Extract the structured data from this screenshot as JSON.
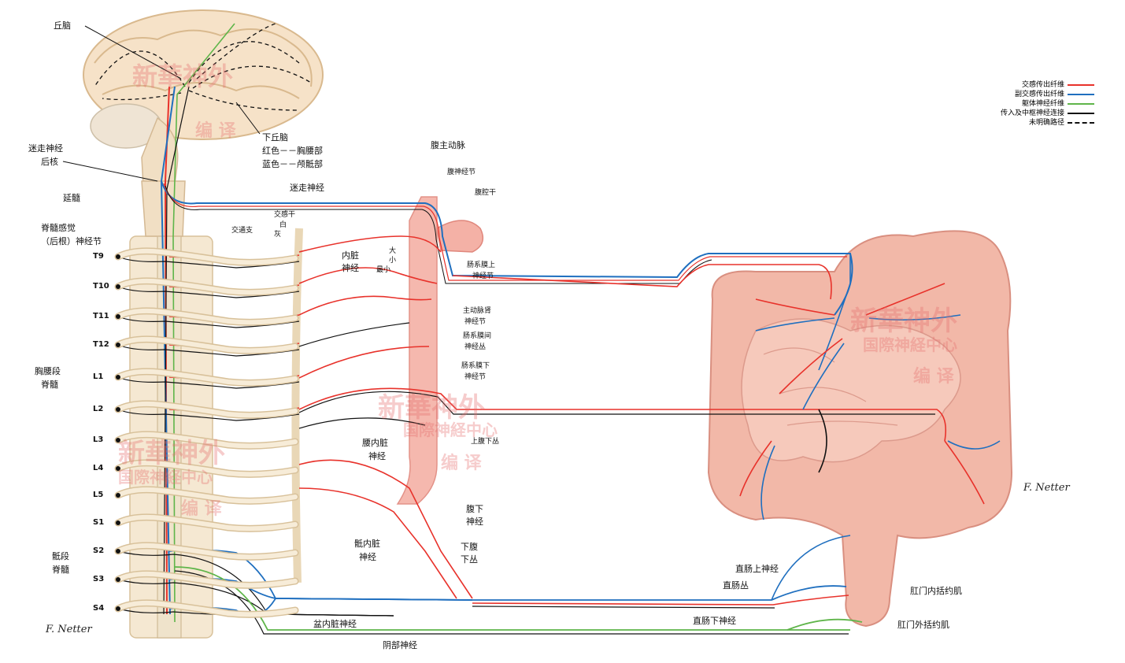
{
  "labels": {
    "thalamus": "丘脑",
    "hypothalamus": "下丘脑",
    "hypothalamus_red": "红色－－胸腰部",
    "hypothalamus_blue": "蓝色－－颅骶部",
    "vagus_nucleus_1": "迷走神经",
    "vagus_nucleus_2": "后核",
    "medulla": "延髓",
    "spinal_ganglion_1": "脊髓感觉",
    "spinal_ganglion_2": "（后根）神经节",
    "thoracolumbar_1": "胸腰段",
    "thoracolumbar_2": "脊髓",
    "sacral_1": "骶段",
    "sacral_2": "脊髓",
    "vagus_nerve": "迷走神经",
    "abdominal_aorta": "腹主动脉",
    "celiac_ganglion": "腹神经节",
    "celiac_trunk": "腹腔干",
    "sympathetic_trunk_1": "交感干",
    "sympathetic_trunk_2": "白",
    "sympathetic_trunk_3": "灰",
    "rami": "交通支",
    "splanchnic_1": "内脏",
    "splanchnic_2": "神经",
    "greater": "大",
    "lesser": "小",
    "least": "最小",
    "sup_mesenteric_1": "肠系膜上",
    "sup_mesenteric_2": "神经节",
    "aorticorenal_1": "主动脉肾",
    "aorticorenal_2": "神经节",
    "intermesenteric_1": "肠系膜间",
    "intermesenteric_2": "神经丛",
    "inf_mesenteric_1": "肠系膜下",
    "inf_mesenteric_2": "神经节",
    "lumbar_splanchnic_1": "腰内脏",
    "lumbar_splanchnic_2": "神经",
    "sup_hypogastric": "上腹下丛",
    "hypogastric_n_1": "腹下",
    "hypogastric_n_2": "神经",
    "inf_hypogastric_1": "下腹",
    "inf_hypogastric_2": "下丛",
    "sacral_splanchnic_1": "骶内脏",
    "sacral_splanchnic_2": "神经",
    "pelvic_splanchnic": "盆内脏神经",
    "pudendal": "阴部神经",
    "sup_rectal": "直肠上神经",
    "rectal_plexus": "直肠丛",
    "inf_rectal": "直肠下神经",
    "int_sphincter": "肛门内括约肌",
    "ext_sphincter": "肛门外括约肌"
  },
  "segments": [
    "T9",
    "T10",
    "T11",
    "T12",
    "L1",
    "L2",
    "L3",
    "L4",
    "L5",
    "S1",
    "S2",
    "S3",
    "S4"
  ],
  "legend": [
    {
      "label": "交感传出纤维",
      "color": "#e8322b",
      "dash": false
    },
    {
      "label": "副交感传出纤维",
      "color": "#1f6fbf",
      "dash": false
    },
    {
      "label": "躯体神经纤维",
      "color": "#5fb54a",
      "dash": false
    },
    {
      "label": "传入及中枢神经连接",
      "color": "#111111",
      "dash": false
    },
    {
      "label": "未明确路径",
      "color": "#111111",
      "dash": true
    }
  ],
  "watermark": {
    "main": "新華神外",
    "sub": "国際神経中心",
    "edit": "编 译"
  },
  "signature": "F. Netter",
  "colors": {
    "sympathetic": "#e8322b",
    "parasympathetic": "#1f6fbf",
    "somatic": "#5fb54a",
    "afferent": "#111111",
    "tissue": "#f2b8a8",
    "tissue_dark": "#e08f7f",
    "spine": "#f3e3c8",
    "spine_edge": "#d8c19a"
  }
}
